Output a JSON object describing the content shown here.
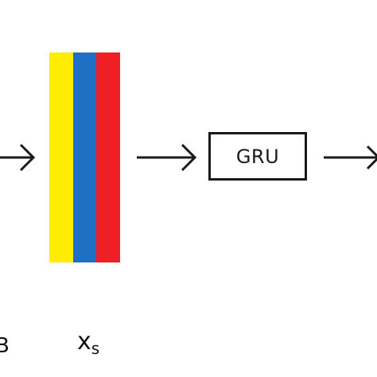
{
  "diagram": {
    "stripes": [
      {
        "name": "yellow-layer",
        "color": "#ffec00"
      },
      {
        "name": "blue-layer",
        "color": "#1f6fc4"
      },
      {
        "name": "red-layer",
        "color": "#ee2026"
      }
    ],
    "gru_label": "GRU",
    "left_label": "B",
    "xs_label": {
      "main": "x",
      "sub": "s"
    },
    "arrow_color": "#1a1a1a"
  }
}
